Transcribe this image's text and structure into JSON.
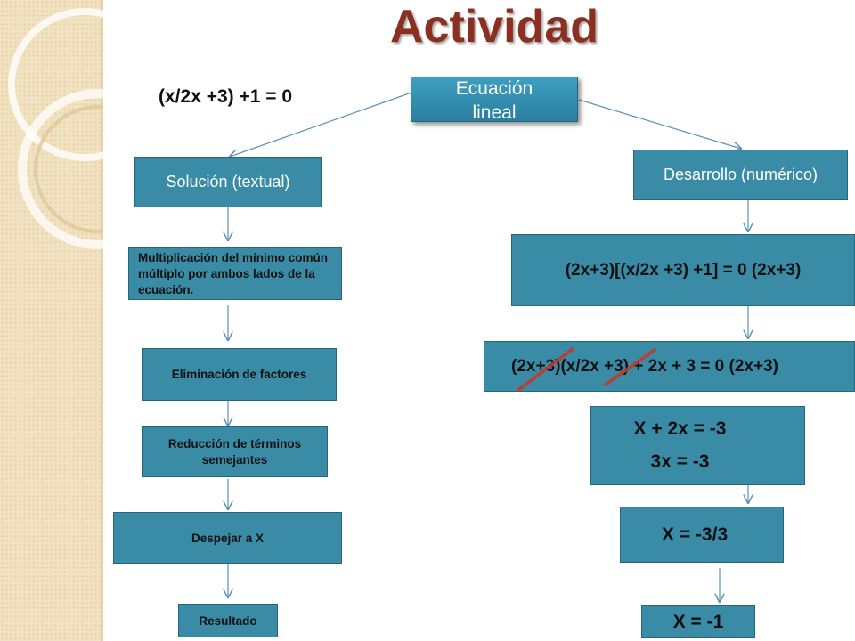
{
  "title": "Actividad",
  "equation": "(x/2x +3) +1 = 0",
  "root": {
    "line1": "Ecuación",
    "line2": "lineal"
  },
  "left": {
    "header": "Solución (textual)",
    "steps": [
      "Multiplicación del mínimo común múltiplo por ambos lados de la ecuación.",
      "Eliminación de factores",
      "Reducción de términos semejantes",
      "Despejar a X",
      "Resultado"
    ]
  },
  "right": {
    "header": "Desarrollo (numérico)",
    "steps": [
      "(2x+3)[(x/2x +3) +1] = 0 (2x+3)",
      "(2x+3)(x/2x +3) + 2x + 3 = 0 (2x+3)",
      {
        "line1": "X + 2x = -3",
        "line2": "3x = -3"
      },
      "X = -3/3",
      "X = -1"
    ]
  },
  "colors": {
    "box_fill": "#3a8ba6",
    "box_border": "#27657c",
    "title": "#8c2f23",
    "connector": "#5a93b3",
    "strike": "#c0392b"
  }
}
